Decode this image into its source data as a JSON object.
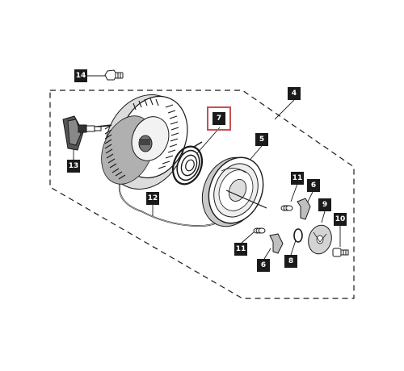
{
  "highlight_color": "#c85050",
  "callouts": {
    "c14": "14",
    "c4": "4",
    "c7": "7",
    "c13": "13",
    "c5": "5",
    "c12": "12",
    "c11a": "11",
    "c6a": "6",
    "c9": "9",
    "c10": "10",
    "c11b": "11",
    "c8": "8",
    "c6b": "6"
  },
  "highlighted_part": "7"
}
